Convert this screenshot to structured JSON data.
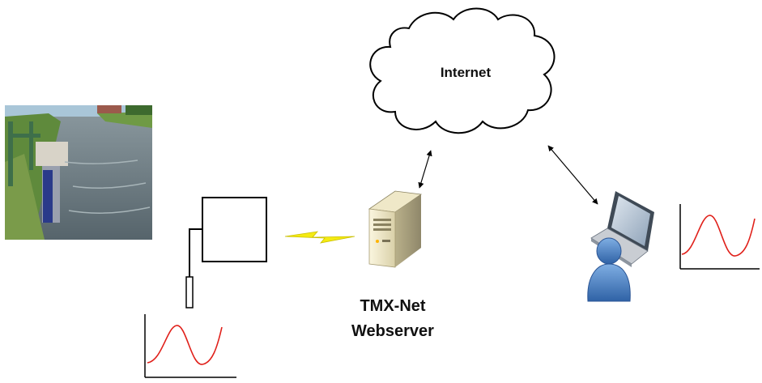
{
  "diagram": {
    "internet_label": "Internet",
    "server_label_line1": "TMX-Net",
    "server_label_line2": "Webserver"
  },
  "colors": {
    "curve": "#e0201a",
    "laptop_screen": "#9fb0c4",
    "user": "#3d74b8",
    "lightning": "#f4ea12",
    "server_body": "#f0ead0"
  },
  "icons": {
    "cloud": "cloud-icon",
    "server": "server-icon",
    "laptop": "laptop-icon",
    "user": "user-icon",
    "lightning": "wireless-link-icon",
    "photo": "river-gauge-photo"
  }
}
